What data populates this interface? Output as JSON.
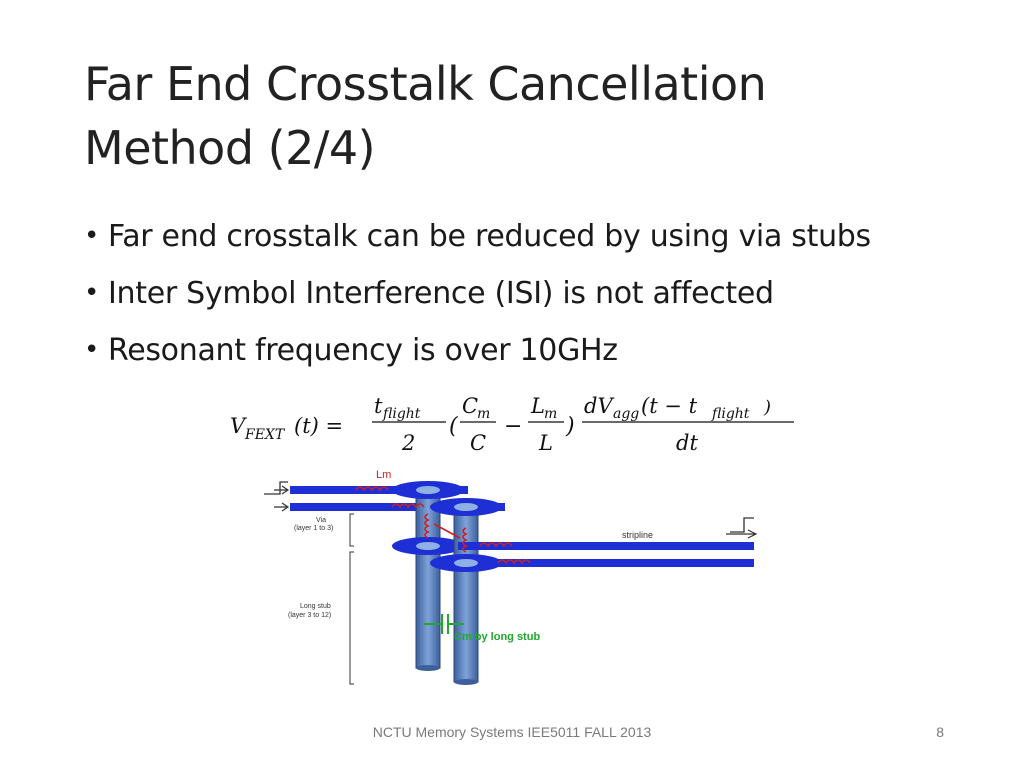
{
  "slide": {
    "title_line1": "Far End Crosstalk Cancellation",
    "title_line2": "Method (2/4)",
    "bullets": [
      "Far end crosstalk can be reduced by using via stubs",
      "Inter Symbol Interference (ISI) is not affected",
      "Resonant frequency is over 10GHz"
    ],
    "bullet_glyph": "•"
  },
  "formula": {
    "lhs_V": "V",
    "lhs_sub": "FEXT",
    "lhs_arg": "(t) =",
    "frac1_num": "t",
    "frac1_num_sub": "flight",
    "frac1_den": "2",
    "open_paren": "(",
    "frac2_num": "C",
    "frac2_num_sub": "m",
    "frac2_den": "C",
    "minus": "−",
    "frac3_num": "L",
    "frac3_num_sub": "m",
    "frac3_den": "L",
    "close_paren": ")",
    "frac4_num_d": "dV",
    "frac4_num_sub": "agg",
    "frac4_num_arg": "(t − t",
    "frac4_num_arg_sub": "flight",
    "frac4_num_close": ")",
    "frac4_den": "dt"
  },
  "diagram": {
    "label_lm": "Lm",
    "label_via": "Via",
    "label_via_range": "(layer 1 to 3)",
    "label_stripline": "stripline",
    "label_long_stub": "Long stub",
    "label_long_stub_range": "(layer 3 to 12)",
    "label_cm": "Cm by long stub",
    "colors": {
      "trace": "#1f2fd6",
      "via": "#5b84c4",
      "inductor": "#d11f1f",
      "capacitor": "#1fa82a",
      "label_lm": "#d11f1f",
      "label_cm": "#1fa82a"
    }
  },
  "footer": {
    "text": "NCTU Memory Systems IEE5011 FALL 2013",
    "page": "8"
  }
}
